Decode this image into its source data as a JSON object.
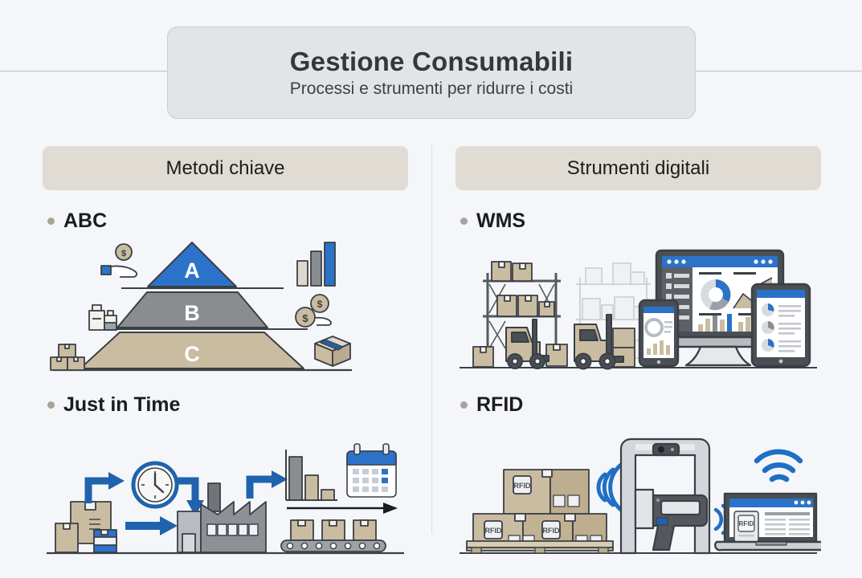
{
  "header": {
    "title": "Gestione Consumabili",
    "subtitle": "Processi e strumenti per ridurre i costi"
  },
  "columns": [
    {
      "band_label": "Metodi chiave",
      "items": [
        {
          "label": "ABC",
          "illustration": "abc-pyramid-illustration",
          "pyramid": {
            "tiers": [
              {
                "letter": "A",
                "color": "#2b72c8"
              },
              {
                "letter": "B",
                "color": "#8a8d8f"
              },
              {
                "letter": "C",
                "color": "#c9bca1"
              }
            ]
          },
          "icons": [
            "hand-with-coin-icon",
            "bottles-icon",
            "stacked-boxes-icon",
            "bar-chart-ascending-icon",
            "coins-icon",
            "taped-box-icon"
          ]
        },
        {
          "label": "Just in Time",
          "illustration": "just-in-time-flow-illustration",
          "icons": [
            "boxes-icon",
            "arrow-icon",
            "clock-icon",
            "factory-icon",
            "bar-chart-descending-icon",
            "calendar-icon",
            "conveyor-belt-icon"
          ]
        }
      ]
    },
    {
      "band_label": "Strumenti digitali",
      "items": [
        {
          "label": "WMS",
          "illustration": "warehouse-management-illustration",
          "icons": [
            "warehouse-rack-icon",
            "forklift-icon",
            "desktop-monitor-icon",
            "smartphone-icon",
            "tablet-icon",
            "donut-chart-icon",
            "line-chart-icon",
            "bar-chart-icon"
          ]
        },
        {
          "label": "RFID",
          "illustration": "rfid-tracking-illustration",
          "tag_label": "RFID",
          "icons": [
            "pallet-boxes-icon",
            "rfid-tag-icon",
            "rfid-gate-icon",
            "handheld-scanner-icon",
            "wifi-signal-icon",
            "laptop-icon"
          ]
        }
      ]
    }
  ],
  "colors": {
    "background": "#f4f6f9",
    "title_card": "#e2e4e7",
    "band": "#e0dcd3",
    "accent_blue": "#2b72c8",
    "gray": "#8a8d8f",
    "tan": "#c9bca1",
    "ink": "#3b3f45"
  }
}
